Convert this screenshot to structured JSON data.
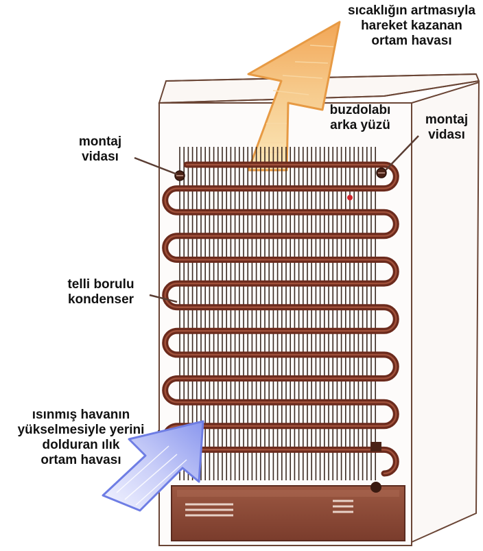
{
  "labels": {
    "hot_air": [
      "sıcaklığın artmasıyla",
      "hareket kazanan",
      "ortam havası"
    ],
    "fridge_back": [
      "buzdolabı",
      "arka yüzü"
    ],
    "screw_right": [
      "montaj",
      "vidası"
    ],
    "screw_left": [
      "montaj",
      "vidası"
    ],
    "condenser": [
      "telli borulu",
      "kondenser"
    ],
    "warm_air": [
      "ısınmış havanın",
      "yükselmesiyle yerini",
      "dolduran ılık",
      "ortam havası"
    ]
  },
  "colors": {
    "tube": "#6b2a1c",
    "tube_highlight": "#a0503a",
    "wire": "#3a2a22",
    "cabinet_line": "#6a4535",
    "compressor_box": "#8a4a38",
    "hot_arrow": "#f3b25e",
    "cool_arrow": "#8f9cf0"
  },
  "icons": {
    "hot_air_arrow": "arrow-up-right-icon",
    "cool_air_arrow": "arrow-up-right-icon"
  }
}
